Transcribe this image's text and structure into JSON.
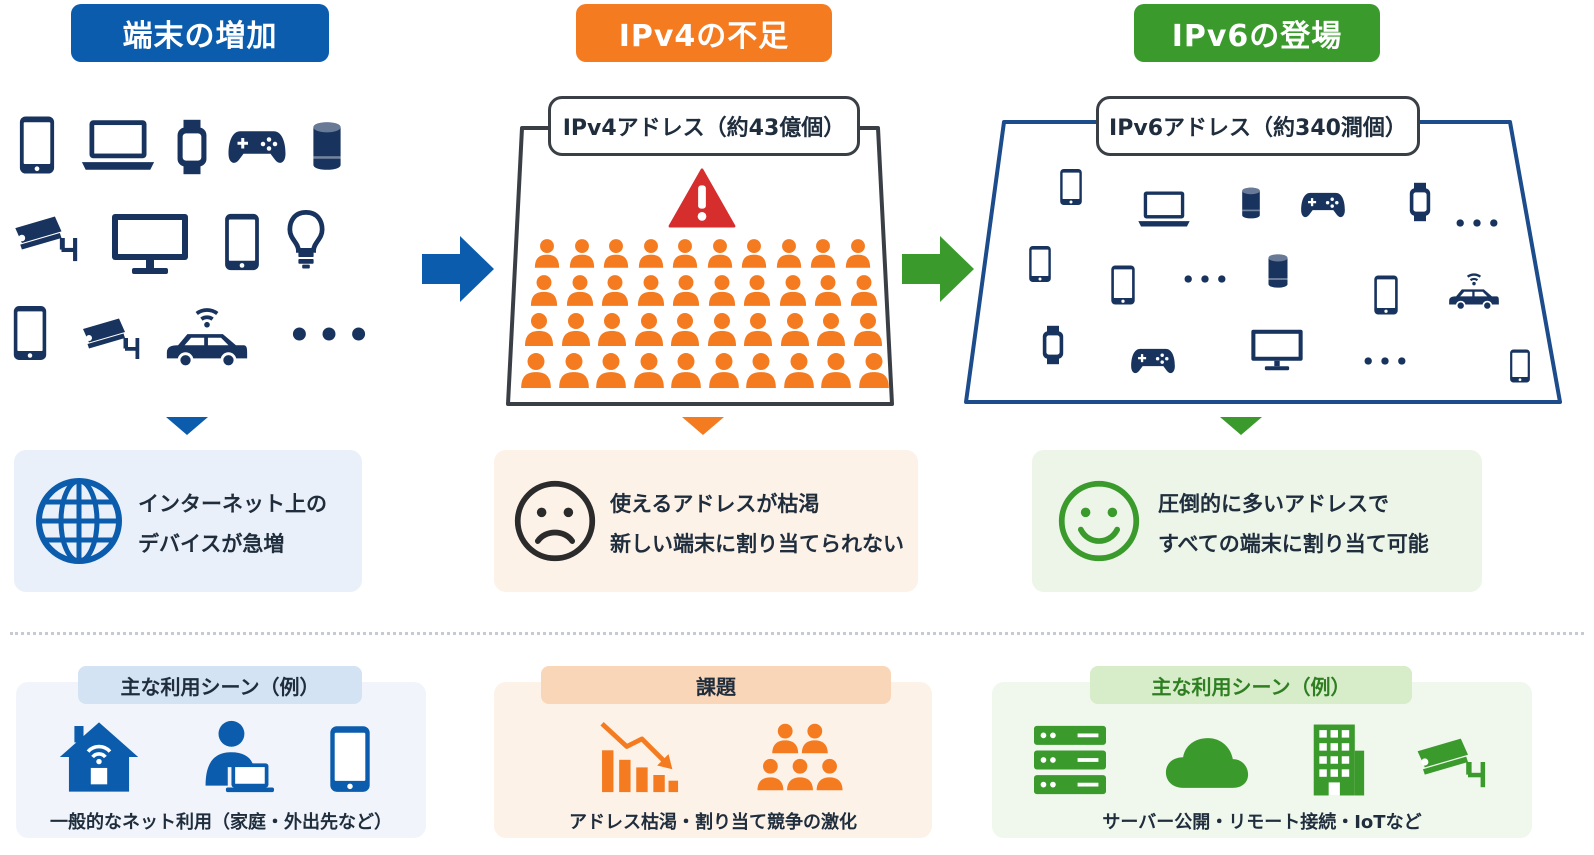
{
  "colors": {
    "blue": "#0b5cad",
    "navy": "#17335e",
    "orange": "#f47b20",
    "green": "#3a9a2c",
    "red": "#d62d2d"
  },
  "headers": {
    "devices": "端末の増加",
    "ipv4": "IPv4の不足",
    "ipv6": "IPv6の登場"
  },
  "ipv4_box": {
    "label": "IPv4アドレス（約43億個）"
  },
  "ipv6_box": {
    "label": "IPv6アドレス（約340澗個）"
  },
  "cards": {
    "devices": {
      "line1": "インターネット上の",
      "line2": "デバイスが急増"
    },
    "ipv4": {
      "line1": "使えるアドレスが枯渇",
      "line2": "新しい端末に割り当てられない"
    },
    "ipv6": {
      "line1": "圧倒的に多いアドレスで",
      "line2": "すべての端末に割り当て可能"
    }
  },
  "bottom": {
    "left": {
      "tag": "主な利用シーン（例）",
      "caption": "一般的なネット利用（家庭・外出先など）"
    },
    "center": {
      "tag": "課題",
      "caption": "アドレス枯渇・割り当て競争の激化"
    },
    "right": {
      "tag": "主な利用シーン（例）",
      "caption": "サーバー公開・リモート接続・IoTなど"
    }
  },
  "icons": [
    "smartphone-icon",
    "laptop-icon",
    "smartwatch-icon",
    "gamepad-icon",
    "smart-speaker-icon",
    "security-camera-icon",
    "monitor-icon",
    "tablet-icon",
    "lightbulb-icon",
    "car-icon",
    "more-dots-icon",
    "warning-icon",
    "person-icon",
    "globe-icon",
    "sad-face-icon",
    "smile-face-icon",
    "house-wifi-icon",
    "remote-worker-icon",
    "declining-chart-icon",
    "crowd-icon",
    "server-icon",
    "cloud-icon",
    "building-icon"
  ]
}
